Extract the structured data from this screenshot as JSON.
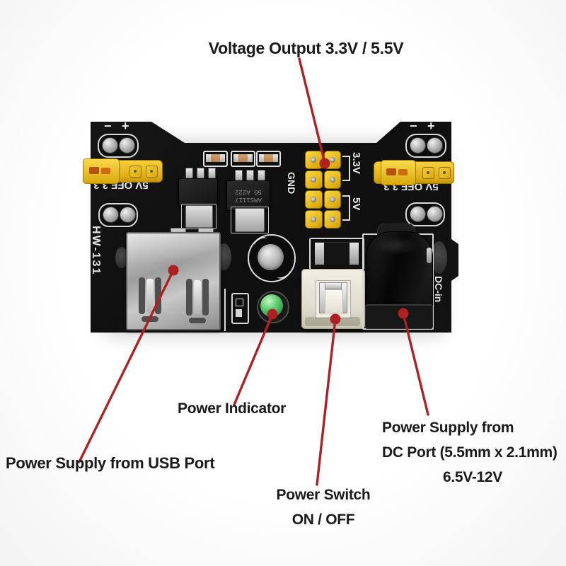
{
  "labels": {
    "voltage_output": "Voltage Output 3.3V / 5.5V",
    "power_indicator": "Power Indicator",
    "usb_supply": "Power Supply from USB Port",
    "power_switch": {
      "line1": "Power Switch",
      "line2": "ON / OFF"
    },
    "dc_supply": {
      "line1": "Power Supply from",
      "line2": "DC Port (5.5mm x 2.1mm)",
      "line3": "6.5V-12V"
    }
  },
  "board": {
    "model_silk": "HW-131",
    "jumper_silk_left": "5V OFF 3.3",
    "jumper_silk_right": "5V OFF 3.3",
    "gnd_silk": "GND",
    "rail_3v3_silk": "3.3V",
    "rail_5v_silk": "5V",
    "dc_in_silk": "DC-in",
    "polarity": {
      "minus": "−",
      "plus": "+"
    },
    "regulator_marking": {
      "line1": "AMS1117",
      "line2": "50 A222"
    }
  },
  "colors": {
    "annotation_red": "#ad2124",
    "label_text": "#1a1a1a",
    "board_black": "#141414",
    "silk_white": "#e3e3e3",
    "jumper_yellow": "#f2c622",
    "led_green": "#3aa553",
    "switch_body": "#e8e5da",
    "usb_metal": "#b9b9b9"
  }
}
